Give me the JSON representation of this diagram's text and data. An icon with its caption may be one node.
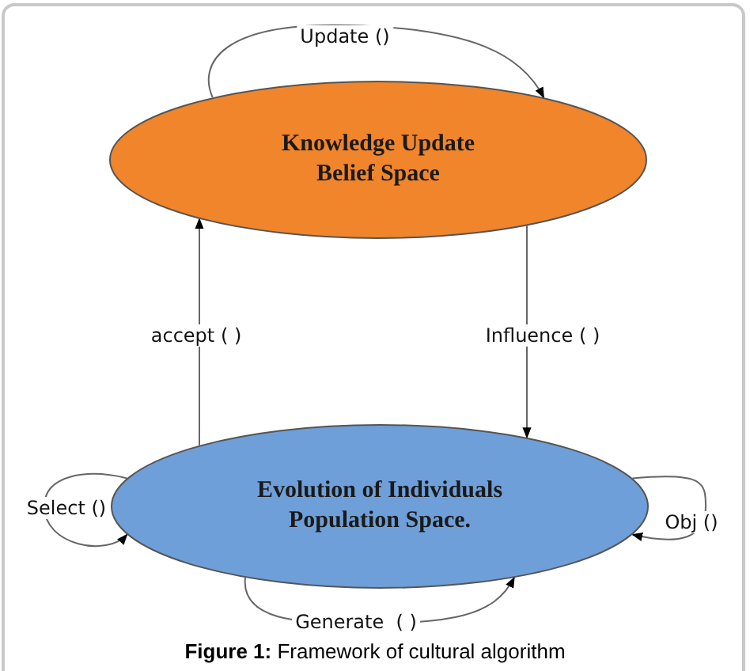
{
  "diagram": {
    "caption": "**Figure 1:** Framework of cultural algorithm",
    "nodes": [
      {
        "text": [
          "Knowledge Update Belief Space"
        ]
      },
      {
        "text": [
          "Evolution of Individuals Population Space."
        ]
      }
    ],
    "edges": [
      {
        "from": 0,
        "to": 0,
        "arrow": "to",
        "label": "Update ()"
      },
      {
        "from": 1,
        "to": 0,
        "arrow": "to",
        "label": "accept ( )"
      },
      {
        "from": 0,
        "to": 1,
        "arrow": "to",
        "label": "Influence ( )"
      },
      {
        "from": 1,
        "to": 1,
        "arrow": "to",
        "label": "Select ()"
      },
      {
        "from": 1,
        "to": 1,
        "arrow": "to",
        "label": "Obj ()"
      },
      {
        "from": 1,
        "to": 1,
        "arrow": "to",
        "label": "Generate  ( )"
      }
    ]
  }
}
